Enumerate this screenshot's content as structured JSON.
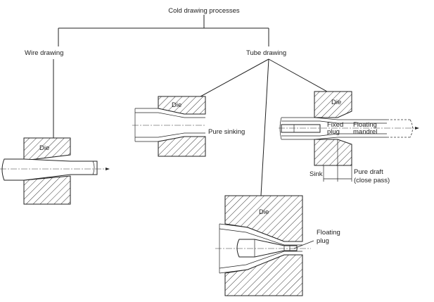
{
  "root": {
    "label": "Cold drawing processes"
  },
  "branches": {
    "wire": {
      "label": "Wire drawing"
    },
    "tube": {
      "label": "Tube drawing"
    }
  },
  "wire_drawing": {
    "die_label": "Die"
  },
  "pure_sinking": {
    "die_label": "Die",
    "process_label": "Pure sinking"
  },
  "fixed_floating": {
    "die_label": "Die",
    "fixed_label_line1": "Fixed",
    "fixed_label_line2": "plug",
    "floating_label_line1": "Floating",
    "floating_label_line2": "mandrel",
    "sink_label": "Sink",
    "pure_draft_line1": "Pure draft",
    "pure_draft_line2": "(close pass)"
  },
  "floating_plug": {
    "die_label": "Die",
    "plug_label_line1": "Floating",
    "plug_label_line2": "plug"
  }
}
